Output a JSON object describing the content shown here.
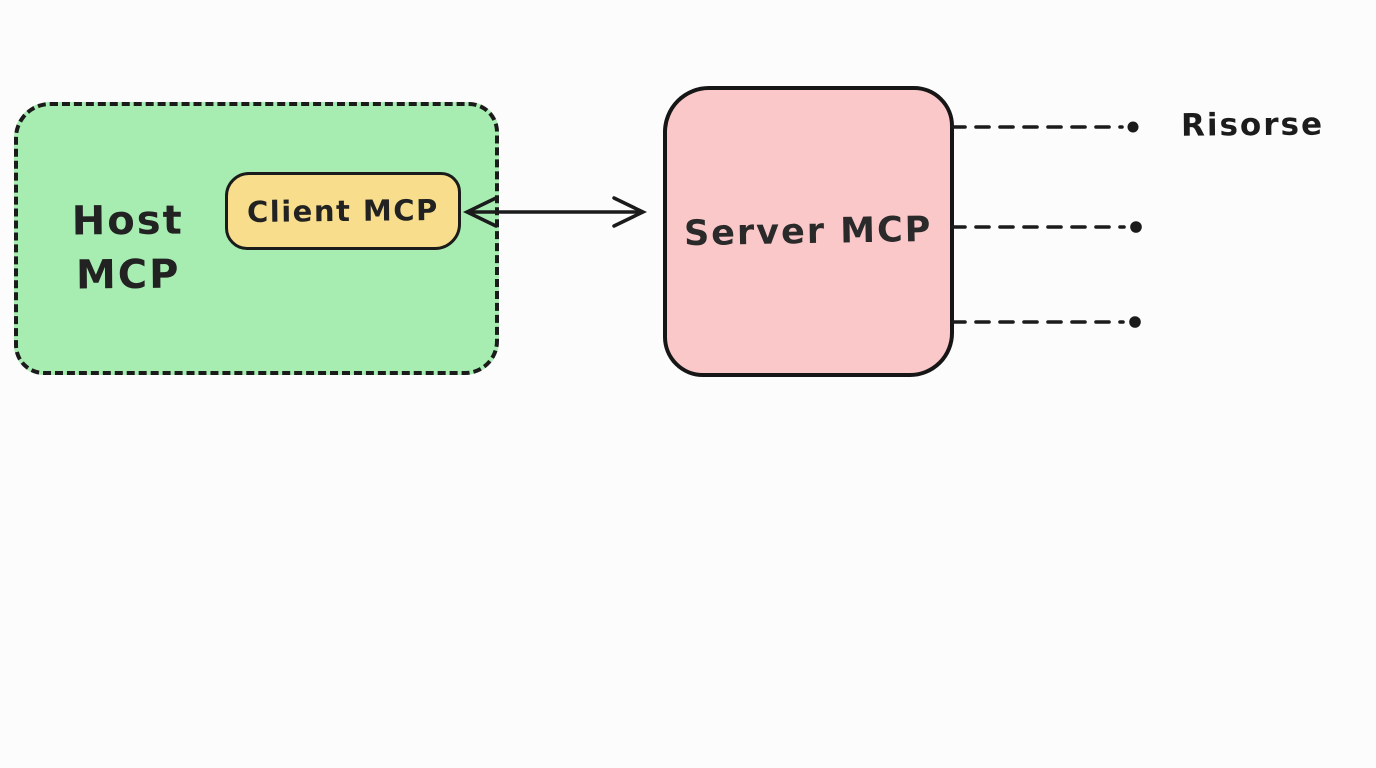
{
  "canvas": {
    "background_color": "#fcfcfc",
    "stroke_color": "#1b1b1b"
  },
  "nodes": {
    "host": {
      "label_line1": "Host",
      "label_line2": "MCP",
      "fill_color": "#a7ecb0",
      "border_style": "dashed"
    },
    "client": {
      "label": "Client MCP",
      "fill_color": "#f8de8c",
      "border_style": "solid"
    },
    "server": {
      "label": "Server MCP",
      "fill_color": "#fac8c8",
      "border_style": "solid"
    }
  },
  "connections": {
    "client_server": {
      "style": "solid",
      "arrows": "both-ends"
    },
    "server_links": [
      {
        "style": "dashed",
        "end": "dot",
        "label": "Risorse"
      },
      {
        "style": "dashed",
        "end": "dot",
        "label": ""
      },
      {
        "style": "dashed",
        "end": "dot",
        "label": ""
      }
    ]
  }
}
